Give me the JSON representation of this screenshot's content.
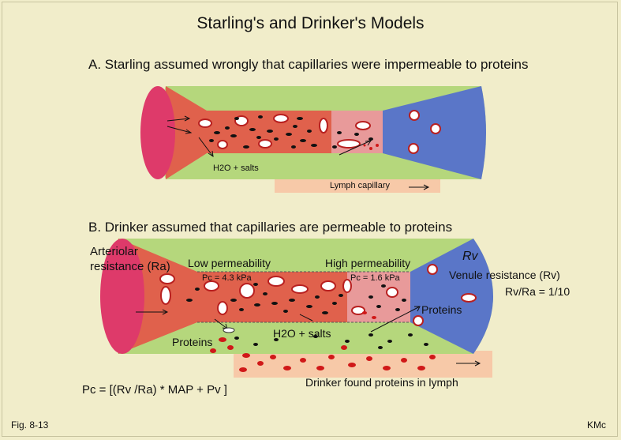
{
  "title": "Starling's  and  Drinker's Models",
  "sectionA": {
    "heading": "A. Starling assumed wrongly that capillaries were impermeable to proteins",
    "h2o_salts": "H2O + salts",
    "lymph": "Lymph capillary"
  },
  "sectionB": {
    "heading": "B. Drinker assumed that capillaries are permeable to proteins",
    "arteriolar_1": "Arteriolar",
    "arteriolar_2": "resistance (Ra)",
    "low_perm": "Low permeability",
    "high_perm": "High permeability",
    "pc_low": "Pc = 4.3 kPa",
    "pc_high": "Pc = 1.6 kPa",
    "rv_symbol": "Rv",
    "venule_res": "Venule resistance (Rv)",
    "ratio": "Rv/Ra = 1/10",
    "proteins_right": "Proteins",
    "proteins_left": "Proteins",
    "h2o_salts": "H2O + salts",
    "found": "Drinker found proteins in lymph",
    "formula": "Pc = [(Rv /Ra) * MAP + Pv ]"
  },
  "footer": {
    "left": "Fig. 8-13",
    "right": "KMc"
  },
  "colors": {
    "background": "#f1edca",
    "interstitium": "#b5d77c",
    "arterial_blood": "#e0614c",
    "pink_blood": "#e89a9a",
    "venous_blood": "#5a76c8",
    "cap_end": "#de3a6a",
    "lymph": "#f7c9a8"
  }
}
